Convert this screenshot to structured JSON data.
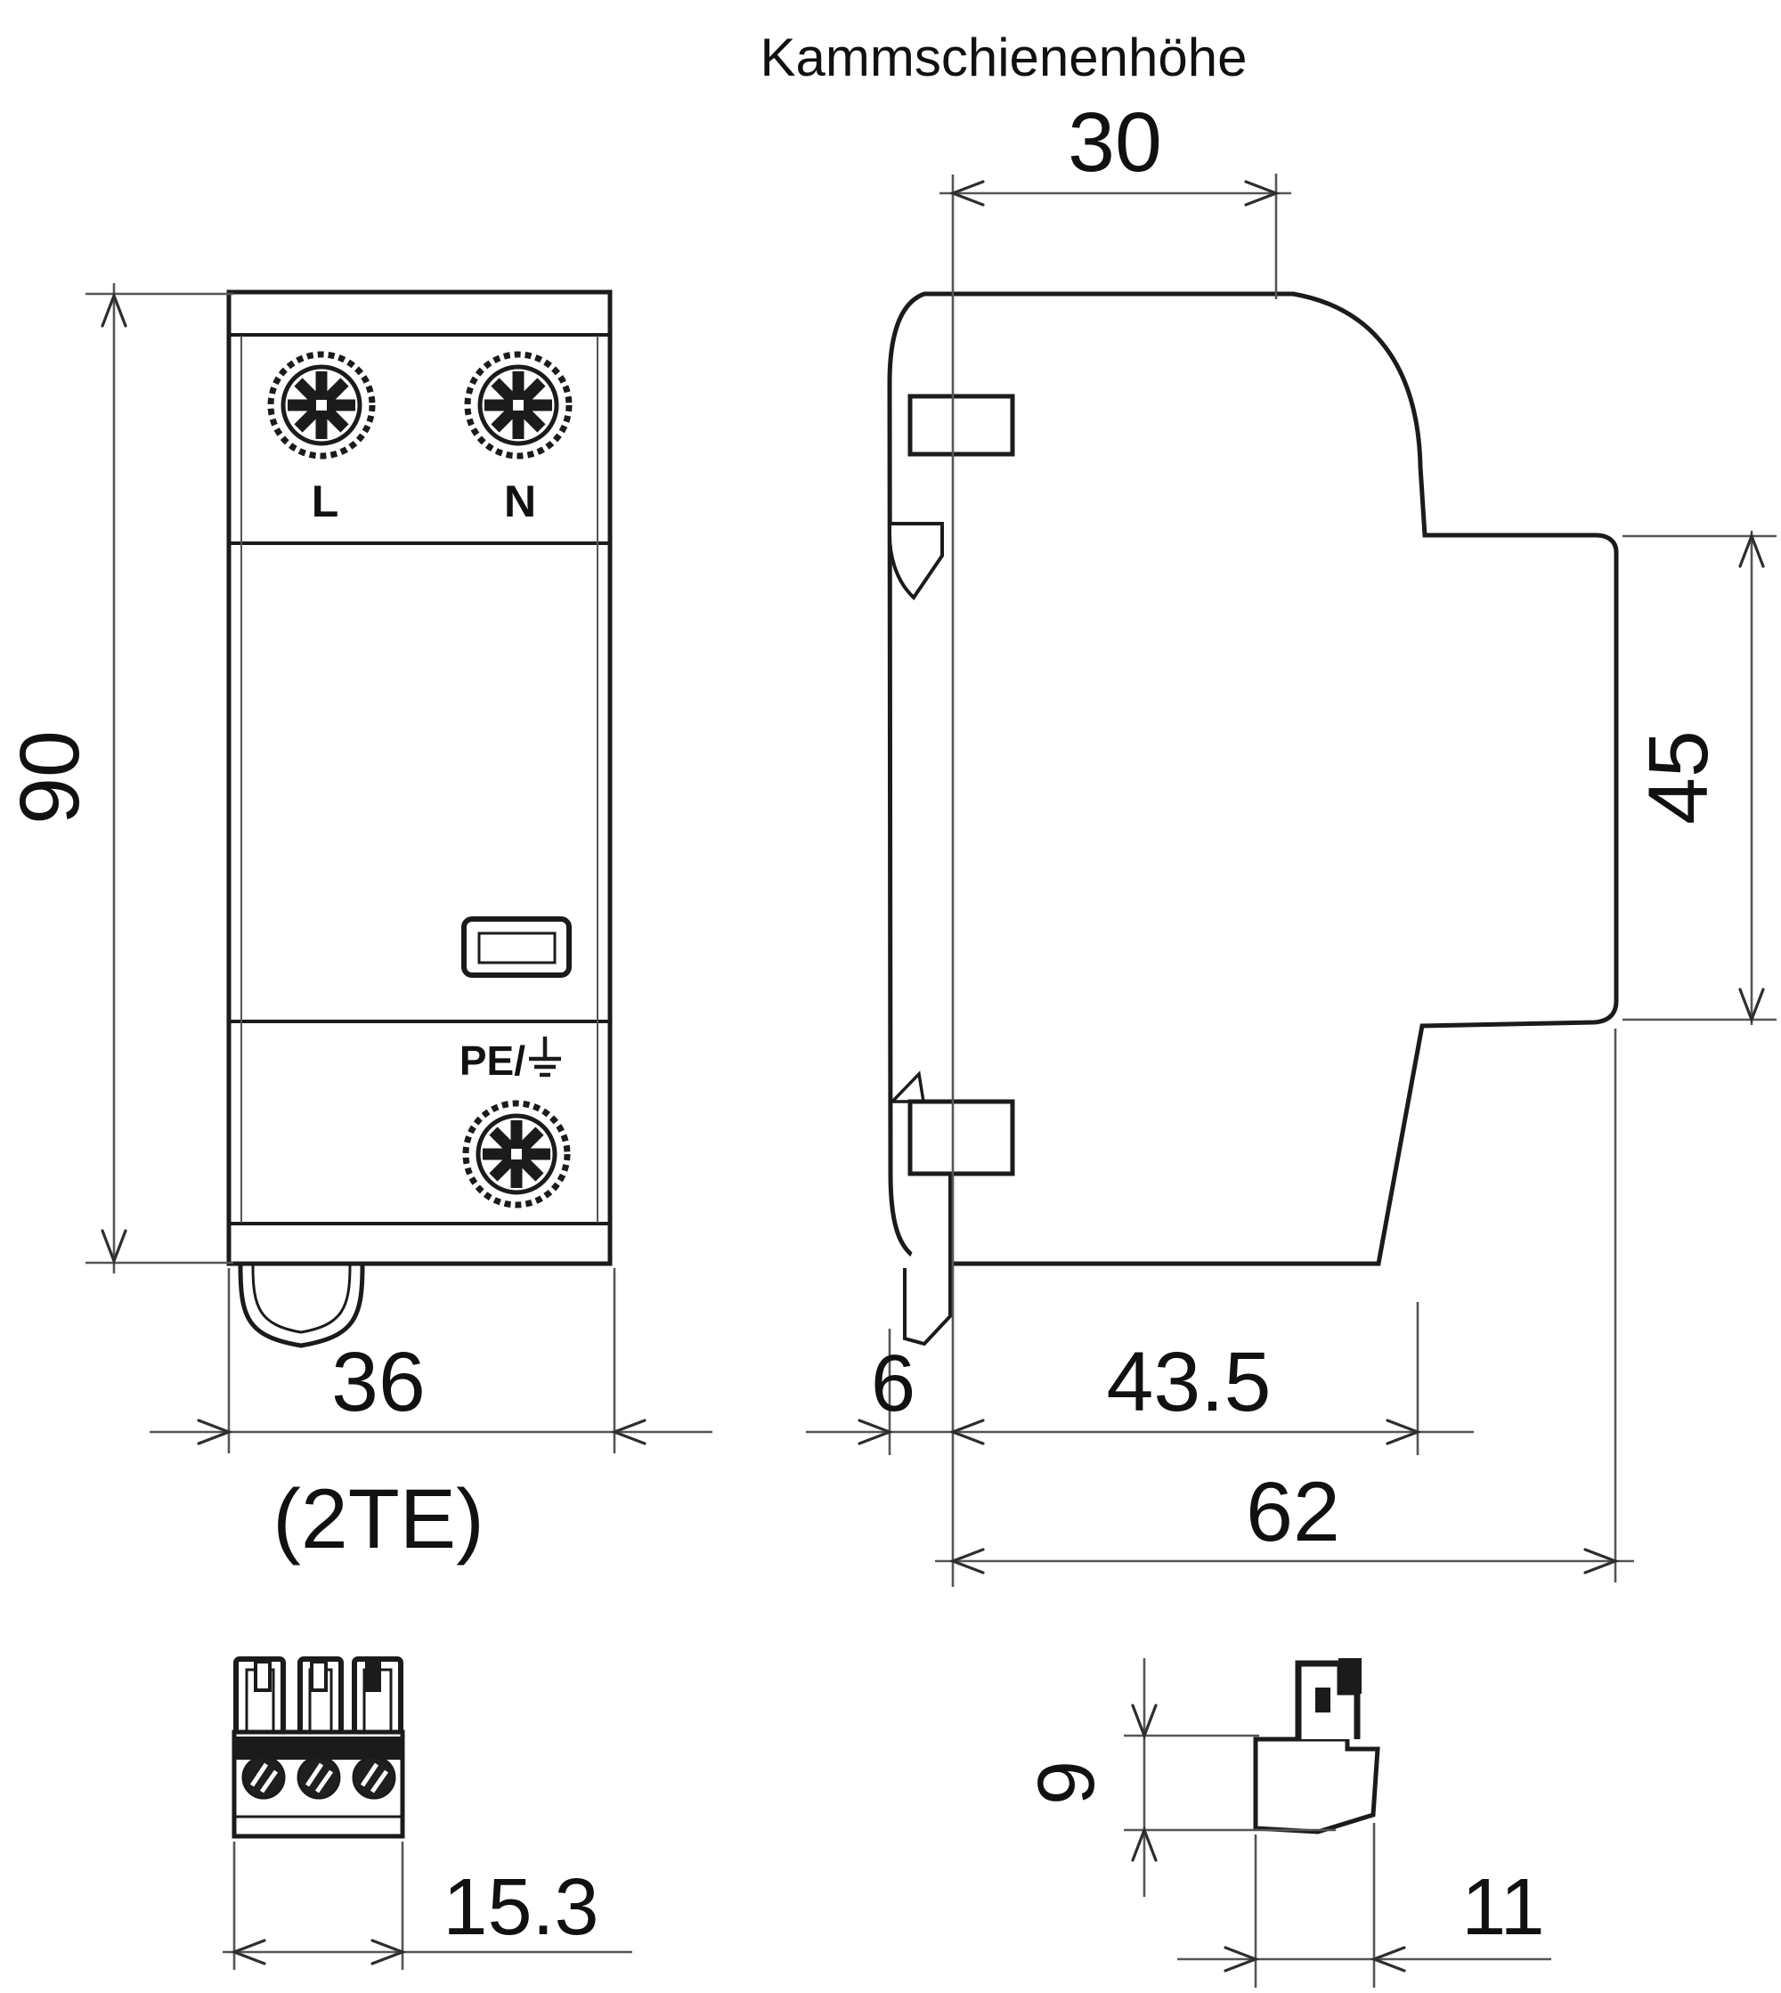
{
  "title": "Kammschienenhöhe",
  "front_view": {
    "height_mm": "90",
    "width_mm": "36",
    "width_te": "(2TE)",
    "terminal_left": "L",
    "terminal_right": "N",
    "earth_label": "PE/"
  },
  "side_view": {
    "rail_top_width_mm": "30",
    "rear_height_mm": "45",
    "front_lip_depth_mm": "6",
    "rail_to_front_depth_mm": "43.5",
    "total_depth_mm": "62"
  },
  "terminal_block_front": {
    "width_mm": "15.3"
  },
  "terminal_block_side": {
    "height_mm": "9",
    "depth_mm": "11"
  }
}
